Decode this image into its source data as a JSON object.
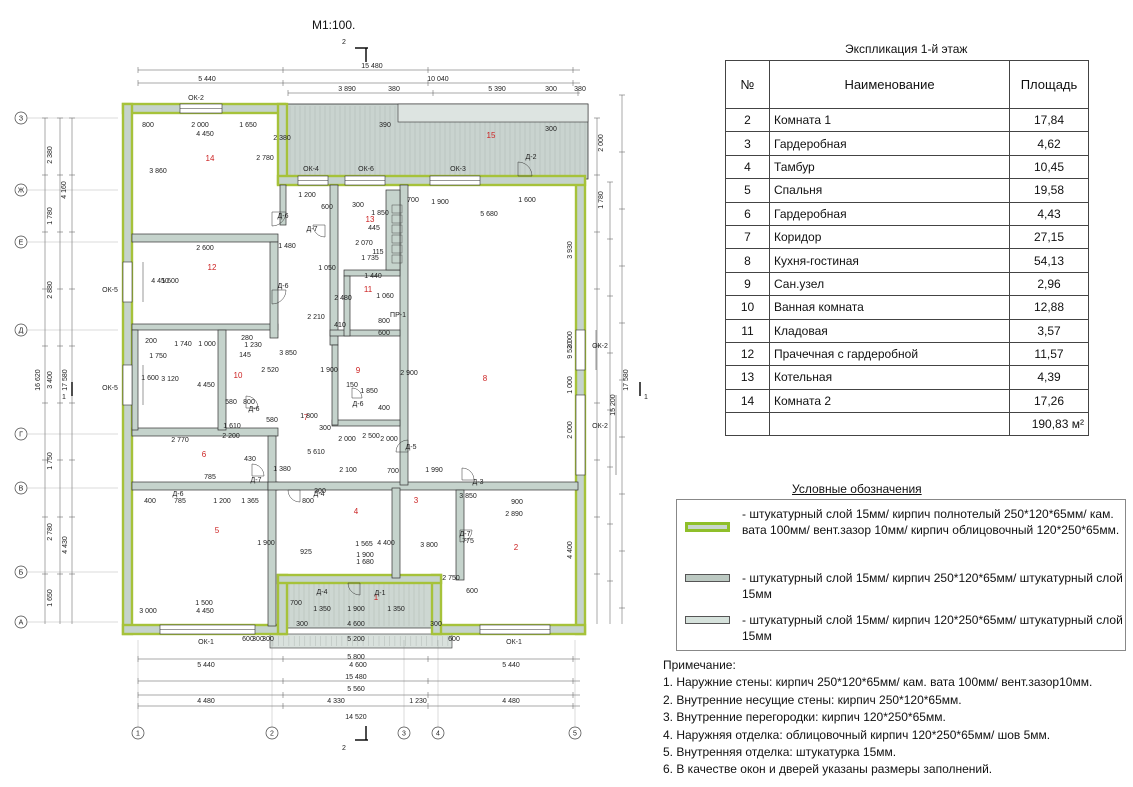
{
  "scale": "М1:100.",
  "table": {
    "title": "Экспликация 1-й этаж",
    "headers": [
      "№",
      "Наименование",
      "Площадь"
    ],
    "rows": [
      [
        "2",
        "Комната 1",
        "17,84"
      ],
      [
        "3",
        "Гардеробная",
        "4,62"
      ],
      [
        "4",
        "Тамбур",
        "10,45"
      ],
      [
        "5",
        "Спальня",
        "19,58"
      ],
      [
        "6",
        "Гардеробная",
        "4,43"
      ],
      [
        "7",
        "Коридор",
        "27,15"
      ],
      [
        "8",
        "Кухня-гостиная",
        "54,13"
      ],
      [
        "9",
        "Сан.узел",
        "2,96"
      ],
      [
        "10",
        "Ванная комната",
        "12,88"
      ],
      [
        "11",
        "Кладовая",
        "3,57"
      ],
      [
        "12",
        "Прачечная с гардеробной",
        "11,57"
      ],
      [
        "13",
        "Котельная",
        "4,39"
      ],
      [
        "14",
        "Комната 2",
        "17,26"
      ]
    ],
    "total": "190,83 м²"
  },
  "legend": {
    "title": "Условные обозначения",
    "items": [
      {
        "text": "- штукатурный слой 15мм/ кирпич полнотелый 250*120*65мм/ кам. вата 100мм/ вент.зазор 10мм/ кирпич облицовочный 120*250*65мм.",
        "fill": "#c9d6cf",
        "border": "#8fbf2a"
      },
      {
        "text": "- штукатурный слой 15мм/ кирпич 250*120*65мм/ штукатурный слой 15мм",
        "fill": "#bcc9c2",
        "border": "#666666"
      },
      {
        "text": "- штукатурный слой 15мм/ кирпич 120*250*65мм/ штукатурный слой 15мм",
        "fill": "#d6e2dc",
        "border": "#666666"
      }
    ]
  },
  "notes": {
    "title": "Примечание:",
    "items": [
      "1. Наружние стены: кирпич 250*120*65мм/ кам. вата 100мм/ вент.зазор10мм.",
      "2. Внутренние несущие стены: кирпич 250*120*65мм.",
      "3. Внутренние перегородки: кирпич 120*250*65мм.",
      "4. Наружняя отделка: облицовочный кирпич 120*250*65мм/ шов 5мм.",
      "5. Внутренняя отделка: штукатурка 15мм.",
      "6. В качестве окон и дверей указаны размеры заполнений."
    ]
  },
  "plan": {
    "colors": {
      "wall_fill": "#c5d3cc",
      "outer_accent": "#a6c23a",
      "line": "#333333",
      "room_num": "#cc2222"
    },
    "axes_top": [
      "2"
    ],
    "axes_bottom": [
      "1",
      "2",
      "3",
      "4",
      "5"
    ],
    "axes_left": [
      "З",
      "Ж",
      "Е",
      "Д",
      "Г",
      "В",
      "Б",
      "А"
    ],
    "section_mark": "1",
    "room_numbers": [
      "1",
      "2",
      "3",
      "4",
      "5",
      "6",
      "7",
      "8",
      "9",
      "10",
      "11",
      "12",
      "13",
      "14",
      "15"
    ],
    "openings": [
      "ОК-2",
      "ОК-4",
      "ОК-6",
      "ОК-3",
      "ОК-5",
      "ОК-5",
      "ОК-2",
      "ОК-2",
      "ОК-1",
      "ОК-1",
      "Д-2",
      "Д-6",
      "Д-7",
      "Д-6",
      "Д-6",
      "Д-6",
      "Д-7",
      "Д-6",
      "Д-4",
      "Д-5",
      "Д-3",
      "Д-7",
      "Д-4",
      "Д-1",
      "ПР-1"
    ],
    "dims_top": [
      "15 480",
      "5 440",
      "10 040",
      "3 890",
      "380",
      "5 390",
      "300",
      "380"
    ],
    "dims_bottom": [
      "5 440",
      "4 600",
      "5 440",
      "15 480",
      "5 560",
      "4 480",
      "4 330",
      "1 230",
      "4 480",
      "14 520",
      "5 800",
      "5 200",
      "4 600"
    ],
    "dims_left": [
      "2 380",
      "4 160",
      "1 780",
      "2 880",
      "3 400",
      "16 620",
      "17 580",
      "1 750",
      "2 780",
      "4 430",
      "1 650"
    ],
    "dims_right": [
      "2 000",
      "1 780",
      "3 930",
      "9 530",
      "15 200",
      "17 580",
      "2 000",
      "1 000",
      "2 000",
      "4 400"
    ],
    "dims_inner": [
      "800",
      "2 000",
      "1 650",
      "4 450",
      "3 860",
      "2 780",
      "2 380",
      "390",
      "300",
      "1 200",
      "600",
      "300",
      "1 850",
      "445",
      "2 070",
      "115",
      "1 735",
      "1 440",
      "1 060",
      "1 900",
      "5 680",
      "700",
      "1 600",
      "4 450",
      "1 600",
      "2 600",
      "1 480",
      "1 050",
      "2 480",
      "2 210",
      "410",
      "800",
      "600",
      "1 740",
      "1 000",
      "1 230",
      "145",
      "280",
      "200",
      "1 750",
      "1 600",
      "3 120",
      "4 450",
      "2 520",
      "3 850",
      "1 900",
      "150",
      "1 850",
      "400",
      "1 800",
      "2 900",
      "580",
      "800",
      "580",
      "1 610",
      "300",
      "2 000",
      "2 500",
      "2 000",
      "2 770",
      "2 200",
      "430",
      "785",
      "5 610",
      "1 380",
      "2 100",
      "1 990",
      "700",
      "400",
      "785",
      "1 200",
      "1 365",
      "800",
      "300",
      "900",
      "2 890",
      "3 850",
      "775",
      "925",
      "1 565",
      "3 800",
      "1 680",
      "1 900",
      "1 900",
      "4 400",
      "2 750",
      "600",
      "1 500",
      "4 450",
      "3 000",
      "700",
      "1 350",
      "1 900",
      "1 350",
      "300",
      "300",
      "600",
      "300",
      "300",
      "600"
    ]
  }
}
